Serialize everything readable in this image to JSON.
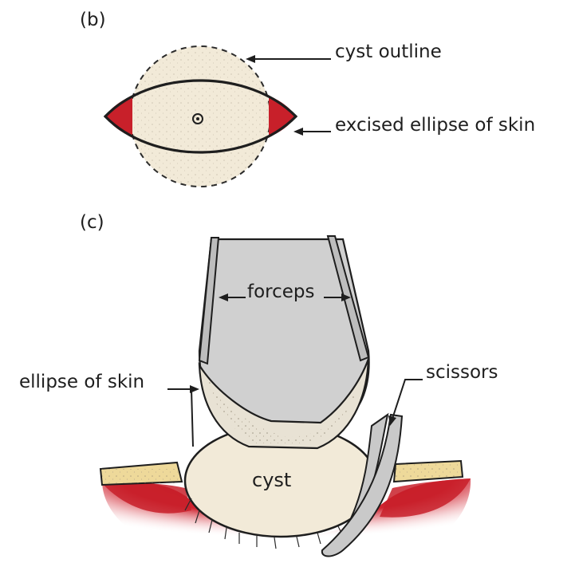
{
  "panels": {
    "b": {
      "tag": "(b)"
    },
    "c": {
      "tag": "(c)"
    }
  },
  "labels": {
    "cyst_outline": "cyst outline",
    "excised_ellipse": "excised ellipse of skin",
    "forceps": "forceps",
    "scissors": "scissors",
    "ellipse_of_skin": "ellipse of skin",
    "cyst": "cyst"
  },
  "colors": {
    "background": "#ffffff",
    "cyst_fill": "#f2ead8",
    "wound_red": "#c8202a",
    "forceps_grey": "#d0d0d0",
    "skin_yellow": "#eed99a",
    "outline": "#1e1e1e"
  }
}
